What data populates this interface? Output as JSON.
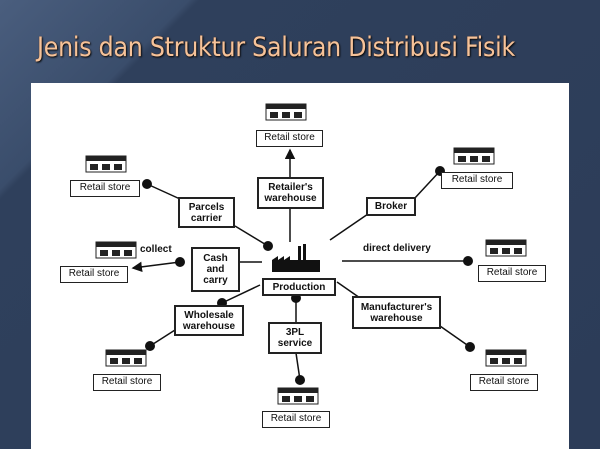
{
  "slide": {
    "title": "Jenis dan Struktur Saluran Distribusi Fisik"
  },
  "diagram": {
    "center": "Production",
    "nodes": {
      "retailers_warehouse": "Retailer's warehouse",
      "parcels_carrier": "Parcels carrier",
      "broker": "Broker",
      "cash_and_carry": "Cash and carry",
      "wholesale_warehouse": "Wholesale warehouse",
      "third_party": "3PL service",
      "manufacturers_warehouse": "Manufacturer's warehouse"
    },
    "edge_labels": {
      "collect": "collect",
      "direct": "direct delivery"
    },
    "retail_store": "Retail store"
  }
}
